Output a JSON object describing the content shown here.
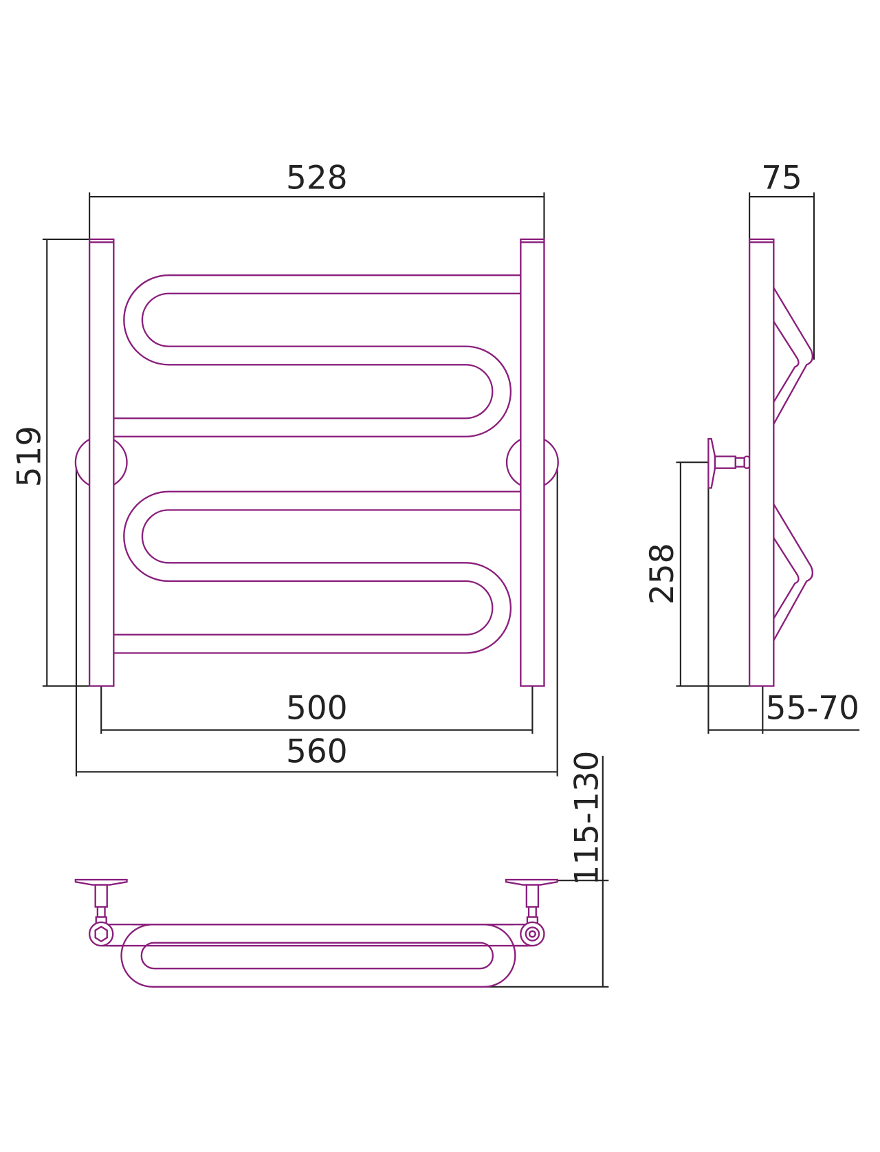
{
  "colors": {
    "product": "#8a1f7c",
    "dimension": "#222222"
  },
  "front_view": {
    "dimensions": {
      "overall_width": "528",
      "height": "519",
      "axis_distance": "500",
      "mounting_width": "560"
    }
  },
  "side_view": {
    "dimensions": {
      "depth": "75",
      "mount_height": "258",
      "wall_offset": "55-70"
    }
  },
  "top_view": {
    "dimensions": {
      "projection": "115-130"
    }
  }
}
